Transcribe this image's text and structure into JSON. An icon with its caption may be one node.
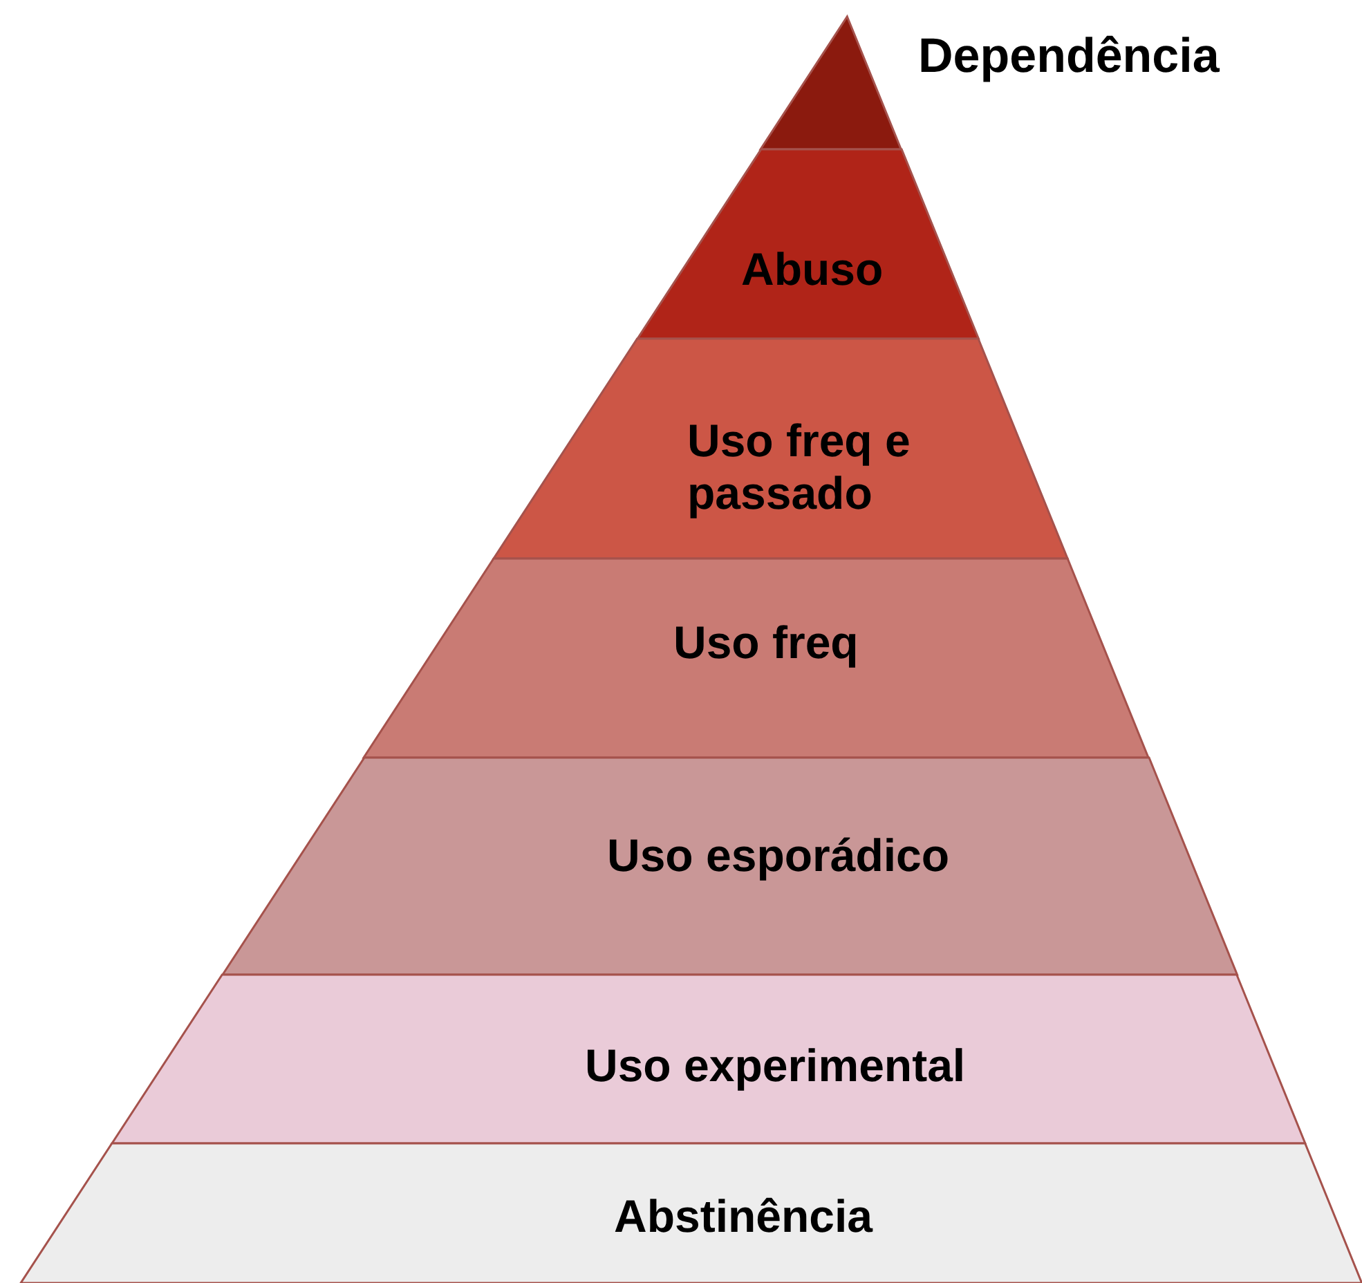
{
  "diagram": {
    "nodes": [
      {
        "text": [
          "Dependência"
        ]
      },
      {
        "text": [
          "Abuso"
        ]
      },
      {
        "text": [
          "Uso freq e passado"
        ]
      },
      {
        "text": [
          "Uso freq"
        ]
      },
      {
        "text": [
          "Uso esporádico"
        ]
      },
      {
        "text": [
          "Uso experimental"
        ]
      },
      {
        "text": [
          "Abstinência"
        ]
      }
    ],
    "edges": []
  }
}
